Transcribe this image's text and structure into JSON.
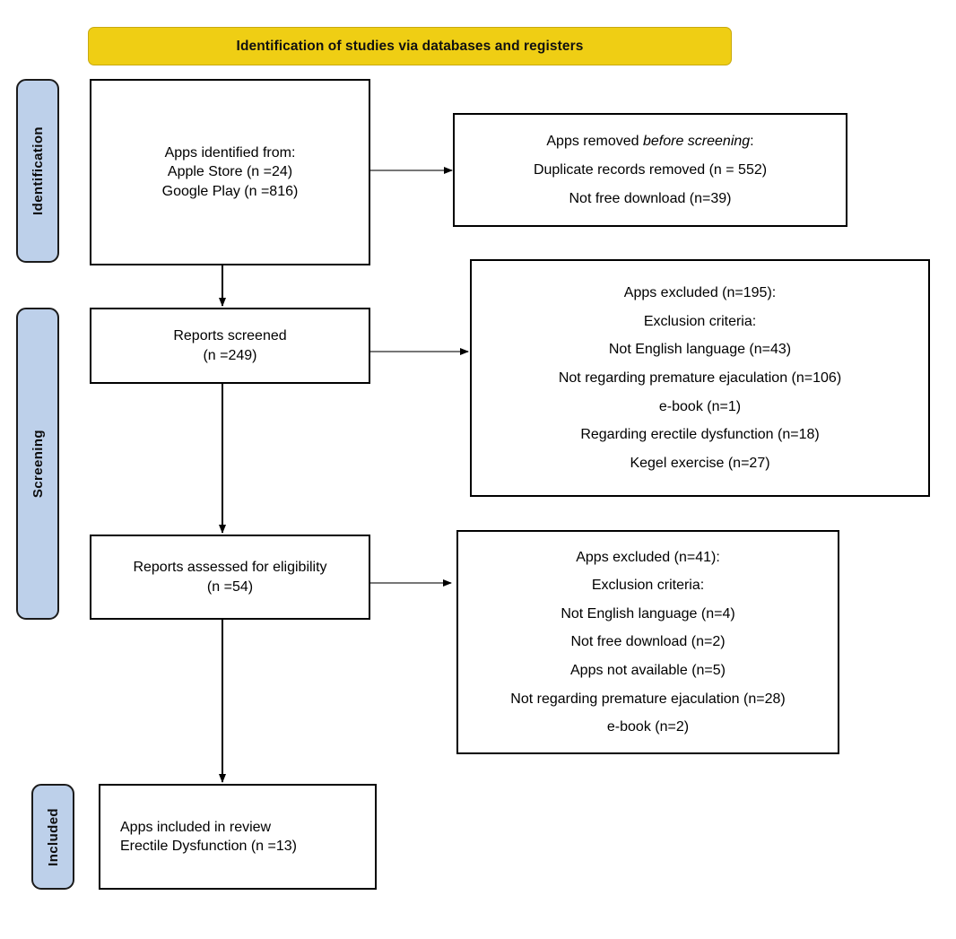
{
  "banner": {
    "title": "Identification of studies via databases and registers",
    "color": "#EFCE14"
  },
  "phases": [
    {
      "id": "identification",
      "label": "Identification",
      "color": "#BDD0EA"
    },
    {
      "id": "screening",
      "label": "Screening",
      "color": "#BDD0EA"
    },
    {
      "id": "included",
      "label": "Included",
      "color": "#BDD0EA"
    }
  ],
  "boxes": {
    "identified": {
      "lines": [
        "Apps identified from:",
        "Apple Store (n =24)",
        "Google Play (n =816)"
      ]
    },
    "removed_before_screening": {
      "heading_prefix": "Apps removed ",
      "heading_italic": "before screening",
      "heading_suffix": ":",
      "lines": [
        "Duplicate records removed (n = 552)",
        "Not free download (n=39)"
      ]
    },
    "reports_screened": {
      "lines": [
        "Reports screened",
        "(n =249)"
      ]
    },
    "apps_excluded_screening": {
      "lines": [
        "Apps excluded (n=195):",
        "Exclusion criteria:",
        "Not English language (n=43)",
        "Not regarding premature ejaculation (n=106)",
        "e-book (n=1)",
        "Regarding erectile dysfunction (n=18)",
        "Kegel exercise (n=27)"
      ]
    },
    "reports_assessed": {
      "lines": [
        "Reports assessed for eligibility",
        "(n =54)"
      ]
    },
    "apps_excluded_eligibility": {
      "lines": [
        "Apps excluded (n=41):",
        "Exclusion criteria:",
        "Not English language (n=4)",
        "Not free download (n=2)",
        "Apps not available (n=5)",
        "Not regarding premature ejaculation (n=28)",
        "e-book (n=2)"
      ]
    },
    "included_review": {
      "lines": [
        "Apps included in review",
        "Erectile Dysfunction (n =13)"
      ]
    }
  },
  "chart_data": {
    "type": "diagram",
    "title": "PRISMA flow diagram — Identification of studies via databases and registers",
    "nodes": [
      {
        "id": "identified",
        "stage": "Identification",
        "label": "Apps identified from: Apple Store (n =24); Google Play (n =816)",
        "counts": {
          "Apple Store": 24,
          "Google Play": 816
        }
      },
      {
        "id": "removed_before_screening",
        "stage": "Identification",
        "label": "Apps removed before screening",
        "counts": {
          "Duplicate records removed": 552,
          "Not free download": 39
        }
      },
      {
        "id": "reports_screened",
        "stage": "Screening",
        "label": "Reports screened",
        "counts": {
          "n": 249
        }
      },
      {
        "id": "apps_excluded_screening",
        "stage": "Screening",
        "label": "Apps excluded",
        "counts": {
          "total": 195,
          "Not English language": 43,
          "Not regarding premature ejaculation": 106,
          "e-book": 1,
          "Regarding erectile dysfunction": 18,
          "Kegel exercise": 27
        }
      },
      {
        "id": "reports_assessed",
        "stage": "Screening",
        "label": "Reports assessed for eligibility",
        "counts": {
          "n": 54
        }
      },
      {
        "id": "apps_excluded_eligibility",
        "stage": "Screening",
        "label": "Apps excluded",
        "counts": {
          "total": 41,
          "Not English language": 4,
          "Not free download": 2,
          "Apps not available": 5,
          "Not regarding premature ejaculation": 28,
          "e-book": 2
        }
      },
      {
        "id": "included_review",
        "stage": "Included",
        "label": "Apps included in review — Erectile Dysfunction",
        "counts": {
          "n": 13
        }
      }
    ],
    "edges": [
      {
        "from": "identified",
        "to": "removed_before_screening",
        "direction": "right"
      },
      {
        "from": "identified",
        "to": "reports_screened",
        "direction": "down"
      },
      {
        "from": "reports_screened",
        "to": "apps_excluded_screening",
        "direction": "right"
      },
      {
        "from": "reports_screened",
        "to": "reports_assessed",
        "direction": "down"
      },
      {
        "from": "reports_assessed",
        "to": "apps_excluded_eligibility",
        "direction": "right"
      },
      {
        "from": "reports_assessed",
        "to": "included_review",
        "direction": "down"
      }
    ]
  }
}
